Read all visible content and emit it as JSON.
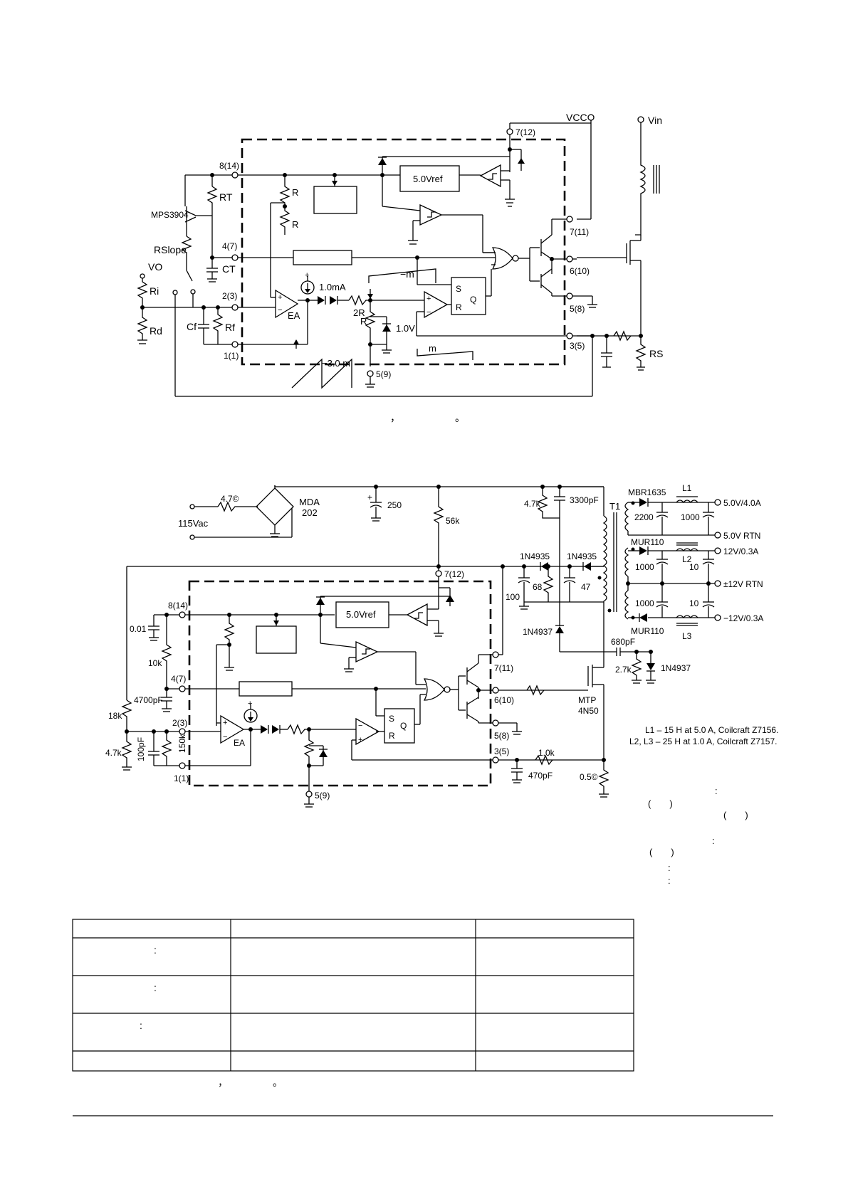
{
  "figure1": {
    "labels": {
      "vcc": "VCC",
      "pin7_12": "7(12)",
      "vin": "Vin",
      "pin8_14": "8(14)",
      "r1": "R",
      "r2": "R",
      "vref": "5.0Vref",
      "rt": "RT",
      "mps": "MPS3904",
      "rslope": "RSlope",
      "pin4_7": "4(7)",
      "ct": "CT",
      "vo": "VO",
      "ri": "Ri",
      "rd": "Rd",
      "pin2_3": "2(3)",
      "cf": "Cf",
      "rf": "Rf",
      "pin1_1": "1(1)",
      "ea": "EA",
      "current": "1.0mA",
      "r2r": "2R",
      "r3": "R",
      "v1": "1.0V",
      "minus_m": "−m",
      "m": "m",
      "minus3m": "−3.0 m",
      "s": "S",
      "rr": "R",
      "q": "Q",
      "pin7_11": "7(11)",
      "pin6_10": "6(10)",
      "pin5_8": "5(8)",
      "pin3_5": "3(5)",
      "pin5_9": "5(9)",
      "rs": "RS"
    },
    "caption": "，　　　　　　。"
  },
  "figure2": {
    "labels": {
      "r47": "4.7©",
      "mda": "MDA",
      "mda2": "202",
      "vac": "115Vac",
      "c250": "250",
      "r56k": "56k",
      "r47k": "4.7k",
      "c3300": "3300pF",
      "t1": "T1",
      "mbr": "MBR1635",
      "l1": "L1",
      "c2200": "2200",
      "c1000a": "1000",
      "out5": "5.0V/4.0A",
      "rtn5": "5.0V RTN",
      "mur1": "MUR110",
      "l2": "L2",
      "out12": "12V/0.3A",
      "d4935a": "1N4935",
      "d4935b": "1N4935",
      "c1000b": "1000",
      "c10a": "10",
      "pin7_12": "7(12)",
      "c100": "100",
      "r68": "68",
      "c47": "47",
      "rtn12": "±12V RTN",
      "c1000c": "1000",
      "c10b": "10",
      "outm12": "−12V/0.3A",
      "mur2": "MUR110",
      "l3": "L3",
      "d4937a": "1N4937",
      "c680": "680pF",
      "r27k": "2.7k",
      "d4937b": "1N4937",
      "pin8_14": "8(14)",
      "vref": "5.0Vref",
      "c001": "0.01",
      "r10k": "10k",
      "pin4_7": "4(7)",
      "c4700": "4700pF",
      "r18k": "18k",
      "pin2_3": "2(3)",
      "ea": "EA",
      "s": "S",
      "rr": "R",
      "q": "Q",
      "pin7_11": "7(11)",
      "pin6_10": "6(10)",
      "mtp": "MTP",
      "mtp2": "4N50",
      "r47kb": "4.7k",
      "c100pf": "100pF",
      "r150k": "150k",
      "pin5_8": "5(8)",
      "pin3_5": "3(5)",
      "r1k": "1.0k",
      "c470": "470pF",
      "r05": "0.5©",
      "pin1_1": "1(1)",
      "pin5_9": "5(9)",
      "note1": "L1 – 15    H at 5.0 A, Coilcraft Z7156.",
      "note2": "L2, L3 – 25    H at 1.0 A, Coilcraft Z7157."
    },
    "side_marks": [
      ":",
      "(　　)",
      "(　　)",
      ":",
      "(　　)",
      ":",
      ":"
    ]
  },
  "table": {
    "rows": [
      [
        ":",
        "",
        ""
      ],
      [
        ":",
        "",
        ""
      ],
      [
        ":",
        "",
        ""
      ]
    ],
    "caption": "，　　　　　。"
  }
}
